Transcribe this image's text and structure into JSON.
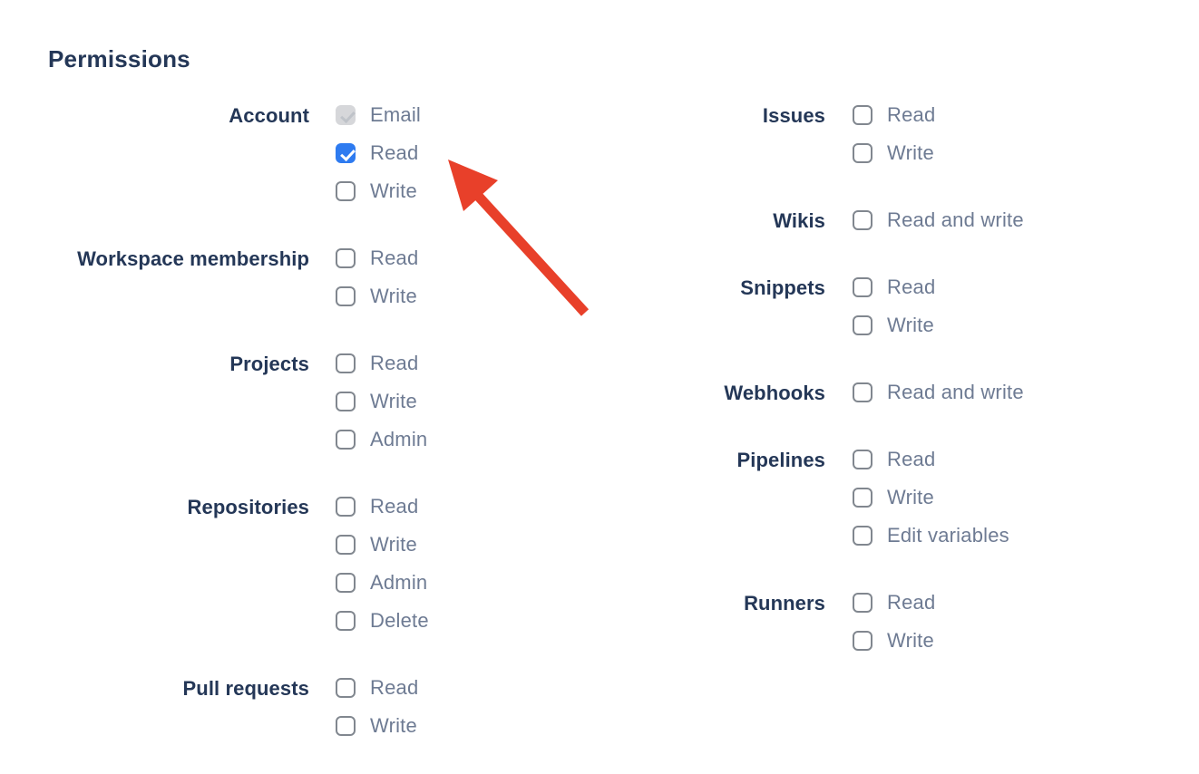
{
  "page": {
    "title": "Permissions"
  },
  "colors": {
    "heading_navy": "#243757",
    "option_text_slate": "#6e7b93",
    "checkbox_border_grey": "#81878f",
    "checkbox_checked_blue": "#2e7bf0",
    "checkbox_disabled_grey": "#d6d7da",
    "arrow_red": "#e8402a"
  },
  "permissions": {
    "columns": [
      {
        "groups": [
          {
            "label": "Account",
            "options": [
              {
                "label": "Email",
                "checked": true,
                "disabled": true
              },
              {
                "label": "Read",
                "checked": true,
                "disabled": false
              },
              {
                "label": "Write",
                "checked": false,
                "disabled": false
              }
            ]
          },
          {
            "label": "Workspace membership",
            "options": [
              {
                "label": "Read",
                "checked": false,
                "disabled": false
              },
              {
                "label": "Write",
                "checked": false,
                "disabled": false
              }
            ]
          },
          {
            "label": "Projects",
            "options": [
              {
                "label": "Read",
                "checked": false,
                "disabled": false
              },
              {
                "label": "Write",
                "checked": false,
                "disabled": false
              },
              {
                "label": "Admin",
                "checked": false,
                "disabled": false
              }
            ]
          },
          {
            "label": "Repositories",
            "options": [
              {
                "label": "Read",
                "checked": false,
                "disabled": false
              },
              {
                "label": "Write",
                "checked": false,
                "disabled": false
              },
              {
                "label": "Admin",
                "checked": false,
                "disabled": false
              },
              {
                "label": "Delete",
                "checked": false,
                "disabled": false
              }
            ]
          },
          {
            "label": "Pull requests",
            "options": [
              {
                "label": "Read",
                "checked": false,
                "disabled": false
              },
              {
                "label": "Write",
                "checked": false,
                "disabled": false
              }
            ]
          }
        ]
      },
      {
        "groups": [
          {
            "label": "Issues",
            "options": [
              {
                "label": "Read",
                "checked": false,
                "disabled": false
              },
              {
                "label": "Write",
                "checked": false,
                "disabled": false
              }
            ]
          },
          {
            "label": "Wikis",
            "options": [
              {
                "label": "Read and write",
                "checked": false,
                "disabled": false
              }
            ]
          },
          {
            "label": "Snippets",
            "options": [
              {
                "label": "Read",
                "checked": false,
                "disabled": false
              },
              {
                "label": "Write",
                "checked": false,
                "disabled": false
              }
            ]
          },
          {
            "label": "Webhooks",
            "options": [
              {
                "label": "Read and write",
                "checked": false,
                "disabled": false
              }
            ]
          },
          {
            "label": "Pipelines",
            "options": [
              {
                "label": "Read",
                "checked": false,
                "disabled": false
              },
              {
                "label": "Write",
                "checked": false,
                "disabled": false
              },
              {
                "label": "Edit variables",
                "checked": false,
                "disabled": false
              }
            ]
          },
          {
            "label": "Runners",
            "options": [
              {
                "label": "Read",
                "checked": false,
                "disabled": false
              },
              {
                "label": "Write",
                "checked": false,
                "disabled": false
              }
            ]
          }
        ]
      }
    ]
  },
  "annotation": {
    "arrow_color": "#e8402a",
    "points_at": "checkbox-account-read"
  }
}
